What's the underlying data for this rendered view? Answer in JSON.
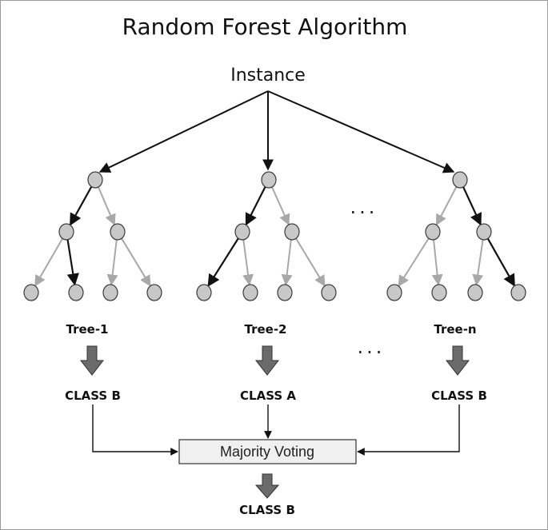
{
  "title": "Random Forest Algorithm",
  "root_label": "Instance",
  "ellipsis": "...",
  "trees": [
    {
      "label": "Tree-1",
      "output_class": "CLASS B"
    },
    {
      "label": "Tree-2",
      "output_class": "CLASS A"
    },
    {
      "label": "Tree-n",
      "output_class": "CLASS B"
    }
  ],
  "aggregator": {
    "label": "Majority Voting"
  },
  "final_output": "CLASS B",
  "colors": {
    "active_edge": "#111111",
    "inactive_edge": "#a8a8a8",
    "node_fill": "#c8c8c8",
    "node_stroke": "#3a3a3a",
    "block_arrow": "#6b6b6b",
    "voting_box_fill": "#f0f0f0"
  },
  "tree_paths": [
    [
      "L",
      "R"
    ],
    [
      "L",
      "L"
    ],
    [
      "R",
      "R"
    ]
  ]
}
